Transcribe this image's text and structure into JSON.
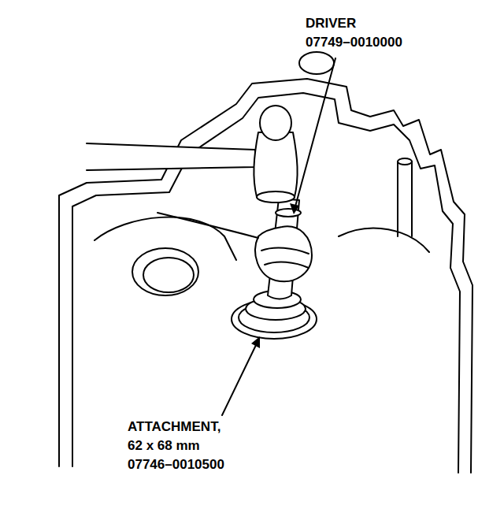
{
  "diagram": {
    "labels": [
      "DRIVER",
      "07749–0010000",
      "ATTACHMENT,",
      "62 x 68 mm",
      "07746–0010500"
    ]
  }
}
